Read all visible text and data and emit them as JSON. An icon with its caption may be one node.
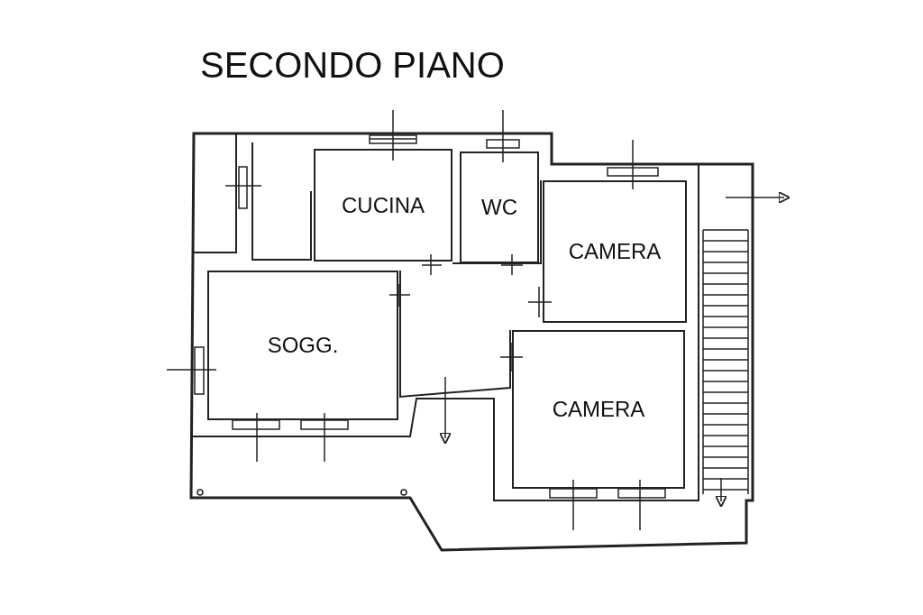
{
  "diagram": {
    "title": "SECONDO PIANO",
    "nodes": [
      {
        "text": [
          "CUCINA"
        ]
      },
      {
        "text": [
          "WC"
        ]
      },
      {
        "text": [
          "CAMERA"
        ]
      },
      {
        "text": [
          "SOGG."
        ]
      },
      {
        "text": [
          "CAMERA"
        ]
      }
    ]
  }
}
